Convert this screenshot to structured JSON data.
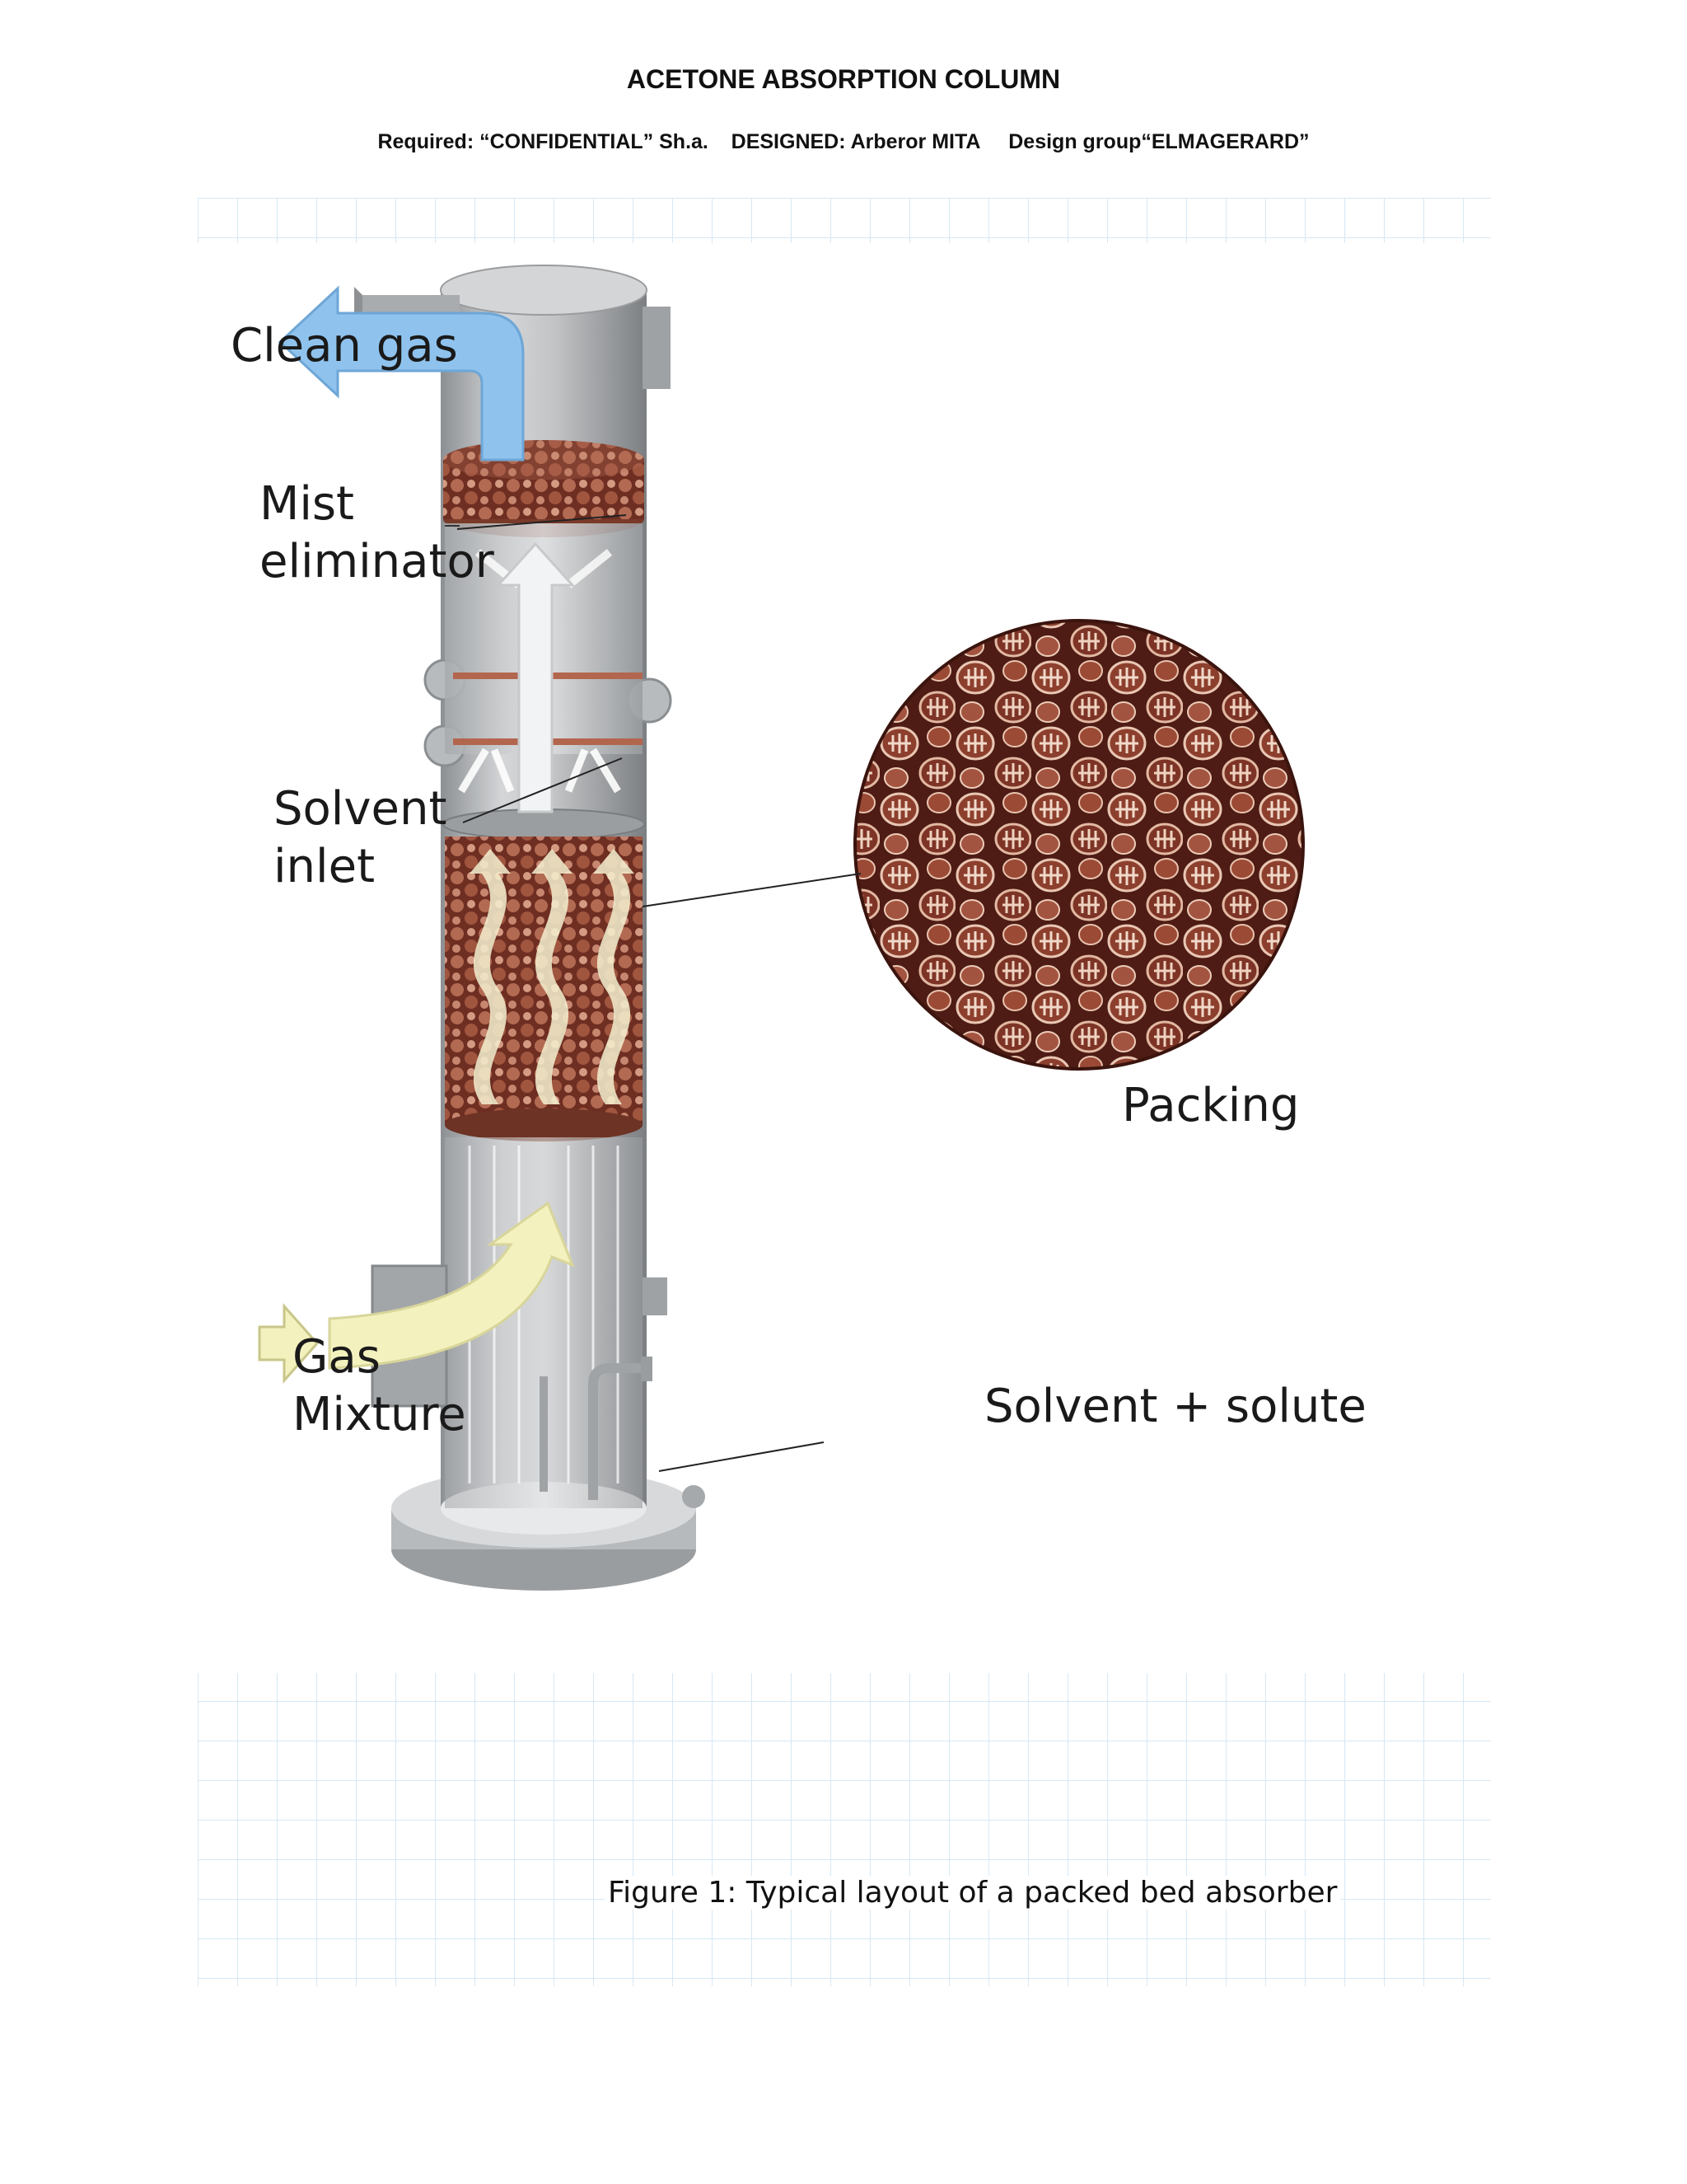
{
  "document": {
    "title": "ACETONE ABSORPTION COLUMN",
    "subtitle": "Required: “CONFIDENTIAL” Sh.a.    DESIGNED: Arberor MITA     Design group“ELMAGERARD”"
  },
  "figure": {
    "labels": {
      "clean_gas": "Clean gas",
      "mist_eliminator_1": "Mist",
      "mist_eliminator_2": "eliminator",
      "solvent_inlet_1": "Solvent",
      "solvent_inlet_2": "inlet",
      "packing": "Packing",
      "gas_mixture_1": "Gas",
      "gas_mixture_2": "Mixture",
      "solvent_solute": "Solvent + solute"
    },
    "caption": "Figure 1: Typical layout of a packed bed absorber",
    "colors": {
      "column_shell": "#b9bcbf",
      "packing_copper": "#8a3e2c",
      "clean_gas_arrow": "#8fc3ee",
      "gas_mixture_arrow": "#f3f1be",
      "grid_line": "#d6e8f5"
    }
  }
}
